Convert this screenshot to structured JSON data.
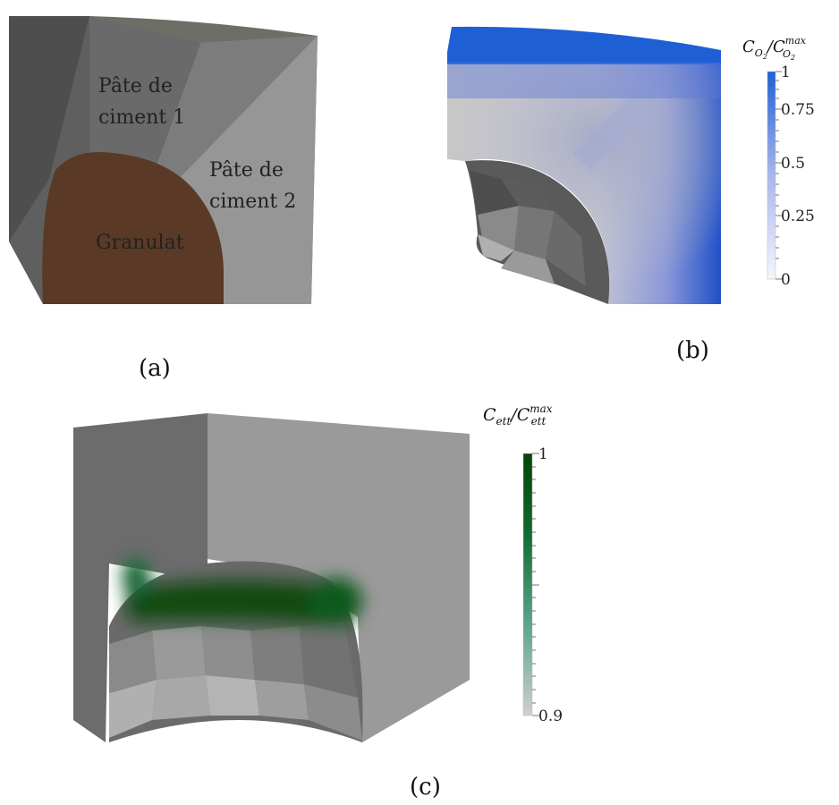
{
  "panels": {
    "a": {
      "label": "(a)",
      "regions": {
        "paste1_line1": "Pâte de",
        "paste1_line2": "ciment 1",
        "paste2_line1": "Pâte de",
        "paste2_line2": "ciment 2",
        "aggregate": "Granulat"
      },
      "colors": {
        "aggregate": "#5a3a26",
        "paste": "#8a8a8a"
      }
    },
    "b": {
      "label": "(b)",
      "colorbar": {
        "title_main": "C",
        "title_sub": "O",
        "title_sub2": "2",
        "title_sup": "max",
        "ticks": [
          "1",
          "0.75",
          "0.5",
          "0.25",
          "0"
        ],
        "color_max": "#1f5fd6",
        "color_min": "#f4f4fb"
      }
    },
    "c": {
      "label": "(c)",
      "colorbar": {
        "title_main": "C",
        "title_sub": "ett",
        "title_sup": "max",
        "ticks": [
          "1",
          "0.9"
        ],
        "color_max": "#0b4a0b",
        "color_min": "#d0d0d0"
      }
    }
  }
}
